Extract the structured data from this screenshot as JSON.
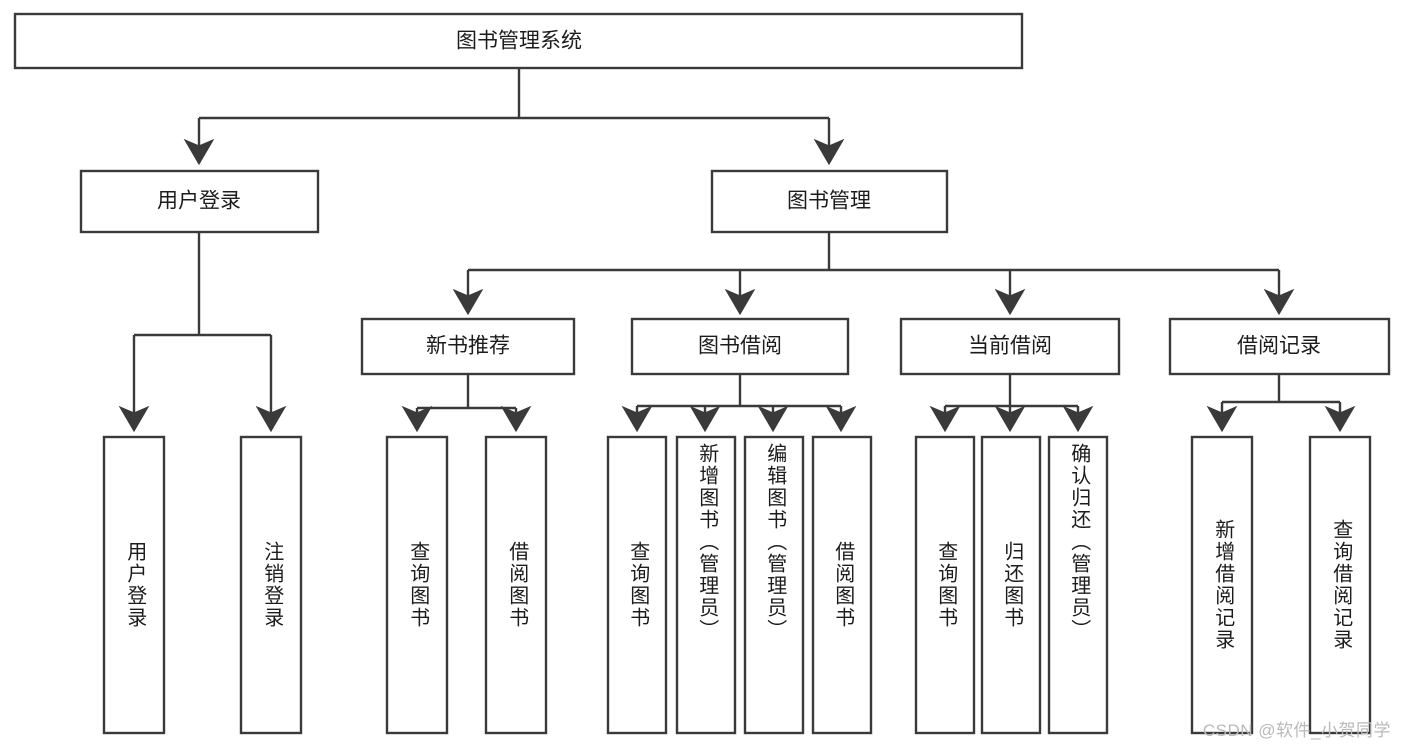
{
  "diagram": {
    "type": "tree-hierarchy",
    "title": "图书管理系统",
    "watermark": "CSDN @软件_小贺同学",
    "colors": {
      "box_stroke": "#3a3a3a",
      "box_fill": "#ffffff",
      "connector": "#3a3a3a",
      "text": "#1c1c1c",
      "background": "#ffffff",
      "watermark": "#b9b9b9"
    },
    "root": {
      "id": "root",
      "label": "图书管理系统"
    },
    "level2": [
      {
        "id": "user-login",
        "label": "用户登录"
      },
      {
        "id": "book-management",
        "label": "图书管理"
      }
    ],
    "level3": [
      {
        "id": "new-book-recommend",
        "label": "新书推荐",
        "parent": "book-management"
      },
      {
        "id": "book-borrow",
        "label": "图书借阅",
        "parent": "book-management"
      },
      {
        "id": "current-borrow",
        "label": "当前借阅",
        "parent": "book-management"
      },
      {
        "id": "borrow-record",
        "label": "借阅记录",
        "parent": "book-management"
      }
    ],
    "leaves": {
      "user-login": [
        {
          "id": "leaf-user-login",
          "label": "用户登录"
        },
        {
          "id": "leaf-user-logout",
          "label": "注销登录"
        }
      ],
      "new-book-recommend": [
        {
          "id": "leaf-query-book-1",
          "label": "查询图书"
        },
        {
          "id": "leaf-borrow-book-1",
          "label": "借阅图书"
        }
      ],
      "book-borrow": [
        {
          "id": "leaf-query-book-2",
          "label": "查询图书"
        },
        {
          "id": "leaf-add-book",
          "label": "新增图书（管理员）"
        },
        {
          "id": "leaf-edit-book",
          "label": "编辑图书（管理员）"
        },
        {
          "id": "leaf-borrow-book-2",
          "label": "借阅图书"
        }
      ],
      "current-borrow": [
        {
          "id": "leaf-query-book-3",
          "label": "查询图书"
        },
        {
          "id": "leaf-return-book",
          "label": "归还图书"
        },
        {
          "id": "leaf-confirm-return",
          "label": "确认归还（管理员）"
        }
      ],
      "borrow-record": [
        {
          "id": "leaf-add-record",
          "label": "新增借阅记录"
        },
        {
          "id": "leaf-query-record",
          "label": "查询借阅记录"
        }
      ]
    }
  }
}
